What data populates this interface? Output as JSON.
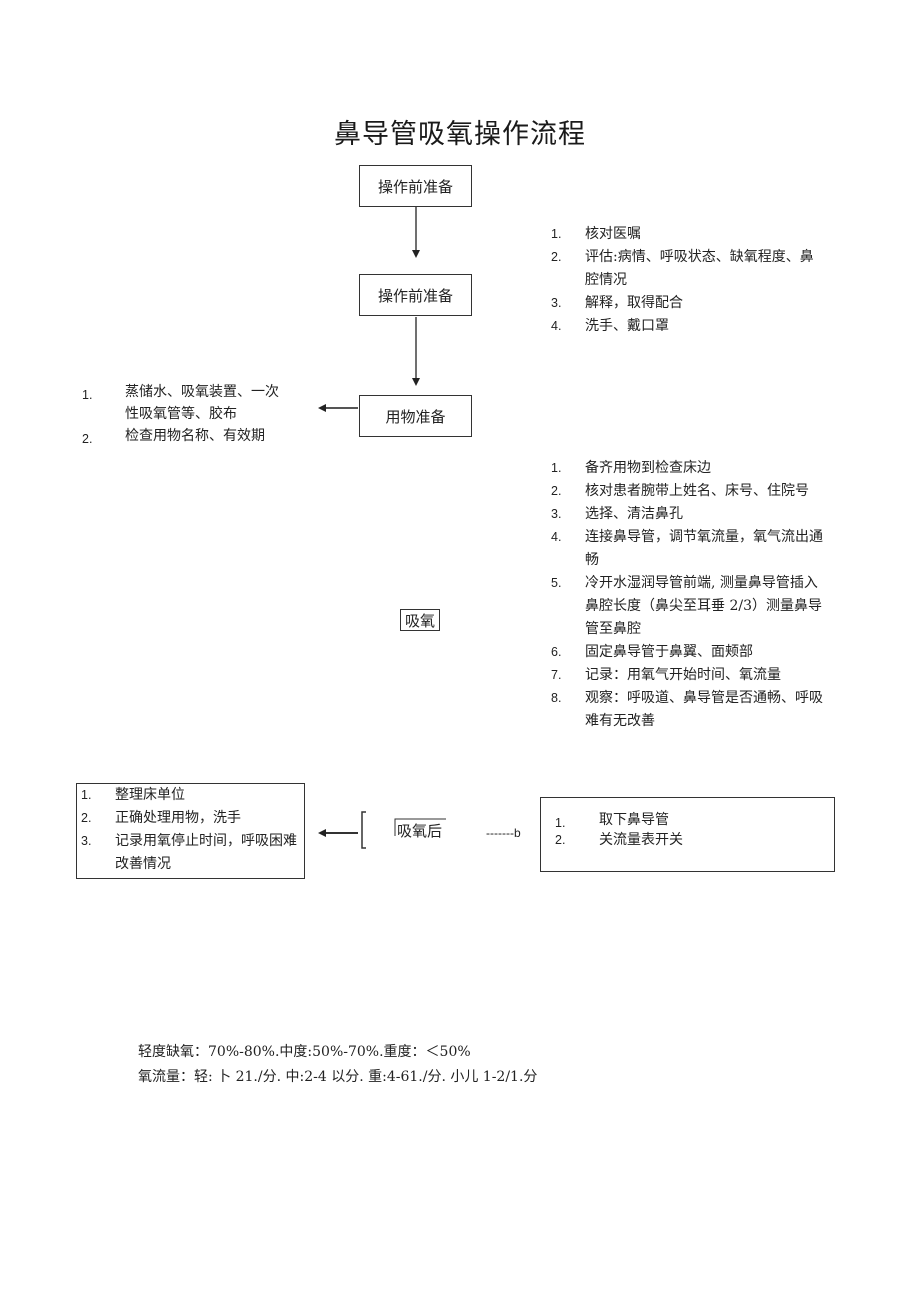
{
  "title": "鼻导管吸氧操作流程",
  "steps": {
    "step1": "操作前准备",
    "step2": "操作前准备",
    "step3": "用物准备",
    "step4": "吸氧",
    "step5": "吸氧后"
  },
  "prep_list": [
    {
      "num": "1.",
      "text": "核对医嘱"
    },
    {
      "num": "2.",
      "text": "评估:病情、呼吸状态、缺氧程度、鼻腔情况"
    },
    {
      "num": "3.",
      "text": "解释，取得配合"
    },
    {
      "num": "4.",
      "text": "洗手、戴口罩"
    }
  ],
  "supplies_list": [
    {
      "num": "1.",
      "text": "蒸储水、吸氧装置、一次性吸氧管等、胶布"
    },
    {
      "num": "2.",
      "text": "检查用物名称、有效期"
    }
  ],
  "oxygen_list": [
    {
      "num": "1.",
      "text": "备齐用物到检查床边"
    },
    {
      "num": "2.",
      "text": "核对患者腕带上姓名、床号、住院号"
    },
    {
      "num": "3.",
      "text": "选择、清洁鼻孔"
    },
    {
      "num": "4.",
      "text": "连接鼻导管，调节氧流量，氧气流出通畅"
    },
    {
      "num": "5.",
      "text": "冷开水湿润导管前端, 测量鼻导管插入鼻腔长度（鼻尖至耳垂 2/3）测量鼻导管至鼻腔"
    },
    {
      "num": "6.",
      "text": "固定鼻导管于鼻翼、面颊部"
    },
    {
      "num": "7.",
      "text": "记录：用氧气开始时间、氧流量"
    },
    {
      "num": "8.",
      "text": "观察：呼吸道、鼻导管是否通畅、呼吸难有无改善"
    }
  ],
  "after_left_list": [
    {
      "num": "1.",
      "text": "整理床单位"
    },
    {
      "num": "2.",
      "text": "正确处理用物，洗手"
    },
    {
      "num": "3.",
      "text": "记录用氧停止时间，呼吸困难改善情况"
    }
  ],
  "after_right_list": [
    {
      "num": "1.",
      "text": "取下鼻导管"
    },
    {
      "num": "2.",
      "text": "关流量表开关"
    }
  ],
  "dash_label": "-------b",
  "notes": {
    "line1": "轻度缺氧：70%-80%.中度:50%-70%.重度：＜50%",
    "line2": "氧流量：轻: 卜 21./分. 中:2-4 以分. 重:4-61./分. 小儿 1-2/1.分"
  }
}
